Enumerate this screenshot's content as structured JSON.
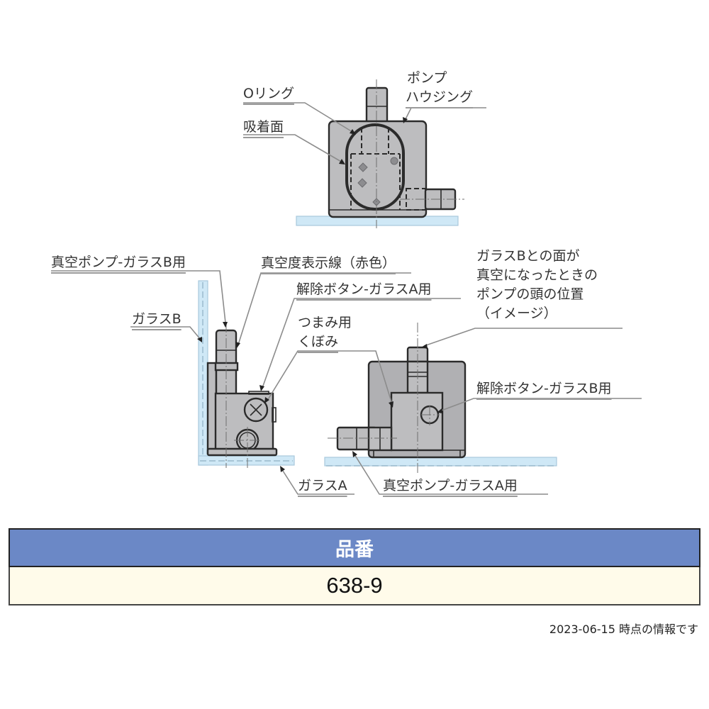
{
  "diagram": {
    "top_view": {
      "labels": {
        "o_ring": "Oリング",
        "suction_surface": "吸着面",
        "pump_housing_line1": "ポンプ",
        "pump_housing_line2": "ハウジング"
      }
    },
    "left_view": {
      "labels": {
        "vacuum_pump_glass_b": "真空ポンプ-ガラスB用",
        "glass_b": "ガラスB",
        "vacuum_indicator_line": "真空度表示線（赤色）",
        "release_button_glass_a": "解除ボタン-ガラスA用",
        "grip_recess_line1": "つまみ用",
        "grip_recess_line2": "くぼみ",
        "glass_a": "ガラスA"
      }
    },
    "right_view": {
      "labels": {
        "pump_head_position_line1": "ガラスBとの面が",
        "pump_head_position_line2": "真空になったときの",
        "pump_head_position_line3": "ポンプの頭の位置",
        "pump_head_position_line4": "（イメージ）",
        "release_button_glass_b": "解除ボタン-ガラスB用",
        "vacuum_pump_glass_a": "真空ポンプ-ガラスA用"
      }
    }
  },
  "table": {
    "header": "品番",
    "rows": [
      {
        "part_number": "638-9"
      }
    ]
  },
  "footnote": "2023-06-15 時点の情報です",
  "colors": {
    "table_header_bg": "#6b88c6",
    "table_body_bg": "#fffbea",
    "glass": "#cfe8f6",
    "part_body": "#bdbdbf"
  }
}
